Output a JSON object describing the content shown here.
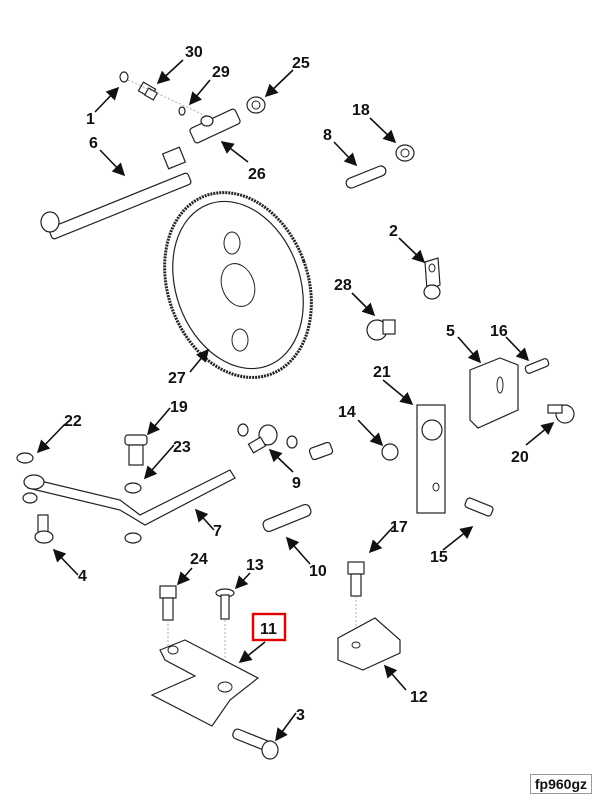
{
  "diagram": {
    "type": "exploded parts diagram",
    "figure_id": "fp960gz",
    "highlighted_callout": "11",
    "highlight_color": "#e00000",
    "callouts": [
      {
        "id": "1",
        "label": "1"
      },
      {
        "id": "2",
        "label": "2"
      },
      {
        "id": "3",
        "label": "3"
      },
      {
        "id": "4",
        "label": "4"
      },
      {
        "id": "5",
        "label": "5"
      },
      {
        "id": "6",
        "label": "6"
      },
      {
        "id": "7",
        "label": "7"
      },
      {
        "id": "8",
        "label": "8"
      },
      {
        "id": "9",
        "label": "9"
      },
      {
        "id": "10",
        "label": "10"
      },
      {
        "id": "11",
        "label": "11"
      },
      {
        "id": "12",
        "label": "12"
      },
      {
        "id": "13",
        "label": "13"
      },
      {
        "id": "14",
        "label": "14"
      },
      {
        "id": "15",
        "label": "15"
      },
      {
        "id": "16",
        "label": "16"
      },
      {
        "id": "17",
        "label": "17"
      },
      {
        "id": "18",
        "label": "18"
      },
      {
        "id": "19",
        "label": "19"
      },
      {
        "id": "20",
        "label": "20"
      },
      {
        "id": "21",
        "label": "21"
      },
      {
        "id": "22",
        "label": "22"
      },
      {
        "id": "23",
        "label": "23"
      },
      {
        "id": "24",
        "label": "24"
      },
      {
        "id": "25",
        "label": "25"
      },
      {
        "id": "26",
        "label": "26"
      },
      {
        "id": "27",
        "label": "27"
      },
      {
        "id": "28",
        "label": "28"
      },
      {
        "id": "29",
        "label": "29"
      },
      {
        "id": "30",
        "label": "30"
      }
    ]
  }
}
